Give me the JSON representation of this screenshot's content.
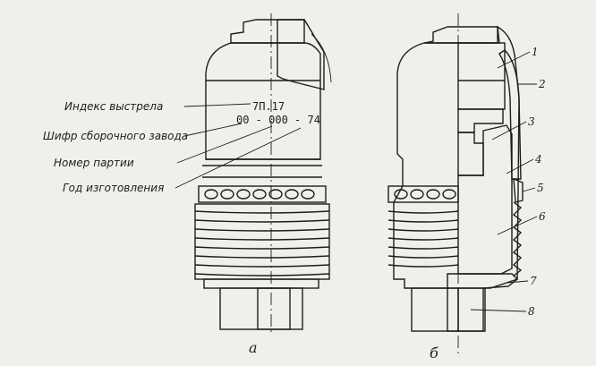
{
  "left_figure": {
    "caption": "а",
    "stamp_lines": [
      "7П.17",
      "00 - 000 - 74"
    ],
    "callouts": [
      "Индекс выстрела",
      "Шифр сборочного завода",
      "Номер партии",
      "Год изготовления"
    ]
  },
  "right_figure": {
    "caption": "б",
    "part_numbers": [
      "1",
      "2",
      "3",
      "4",
      "5",
      "6",
      "7",
      "8"
    ]
  }
}
